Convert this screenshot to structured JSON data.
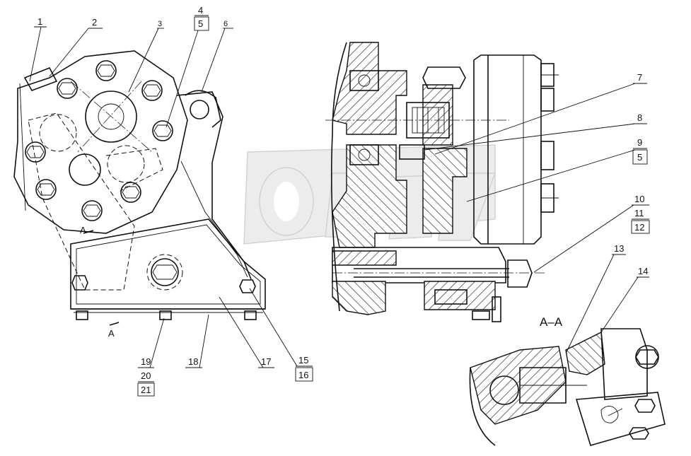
{
  "callouts": [
    {
      "id": "c1",
      "text": "1",
      "boxed": false
    },
    {
      "id": "c2",
      "text": "2",
      "boxed": false
    },
    {
      "id": "c3",
      "text": "3",
      "boxed": false
    },
    {
      "id": "c4",
      "text": "4",
      "boxed": false
    },
    {
      "id": "c5a",
      "text": "5",
      "boxed": true
    },
    {
      "id": "c6",
      "text": "6",
      "boxed": false
    },
    {
      "id": "c7",
      "text": "7",
      "boxed": false
    },
    {
      "id": "c8",
      "text": "8",
      "boxed": false
    },
    {
      "id": "c9",
      "text": "9",
      "boxed": false
    },
    {
      "id": "c5b",
      "text": "5",
      "boxed": true
    },
    {
      "id": "c10",
      "text": "10",
      "boxed": false
    },
    {
      "id": "c11",
      "text": "11",
      "boxed": false
    },
    {
      "id": "c12",
      "text": "12",
      "boxed": true
    },
    {
      "id": "c13",
      "text": "13",
      "boxed": false
    },
    {
      "id": "c14",
      "text": "14",
      "boxed": false
    },
    {
      "id": "c15",
      "text": "15",
      "boxed": false
    },
    {
      "id": "c16",
      "text": "16",
      "boxed": true
    },
    {
      "id": "c17",
      "text": "17",
      "boxed": false
    },
    {
      "id": "c18",
      "text": "18",
      "boxed": false
    },
    {
      "id": "c19",
      "text": "19",
      "boxed": false
    },
    {
      "id": "c20",
      "text": "20",
      "boxed": false
    },
    {
      "id": "c21",
      "text": "21",
      "boxed": true
    }
  ],
  "section": {
    "title": "A–A",
    "cut_mark_top": "A",
    "cut_mark_bottom": "A"
  }
}
